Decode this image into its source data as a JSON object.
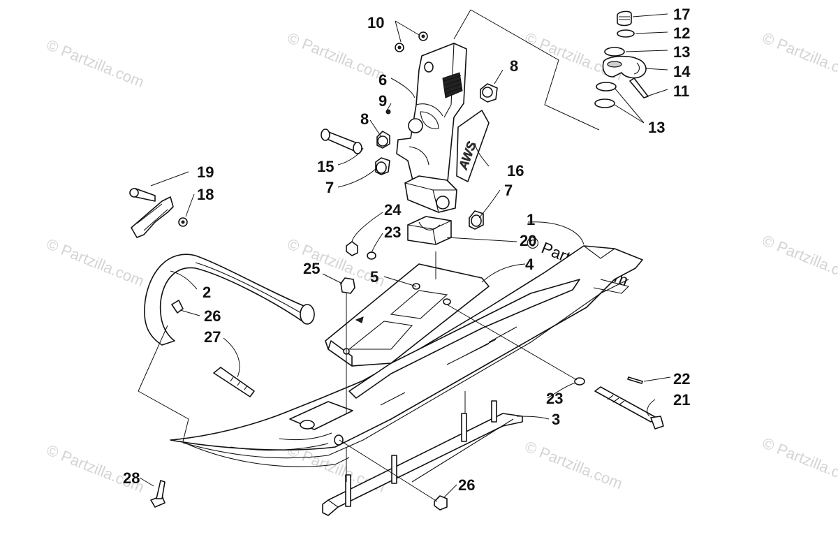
{
  "watermark_text": "© Partzilla.com",
  "brand_text": "© Partzilla.com",
  "callouts": {
    "c1": "1",
    "c2": "2",
    "c3": "3",
    "c4": "4",
    "c5": "5",
    "c6": "6",
    "c7a": "7",
    "c7b": "7",
    "c8a": "8",
    "c8b": "8",
    "c9": "9",
    "c10": "10",
    "c11": "11",
    "c12": "12",
    "c13a": "13",
    "c13b": "13",
    "c14": "14",
    "c15": "15",
    "c16": "16",
    "c17": "17",
    "c18": "18",
    "c19": "19",
    "c20": "20",
    "c21": "21",
    "c22": "22",
    "c23a": "23",
    "c23b": "23",
    "c24": "24",
    "c25": "25",
    "c26a": "26",
    "c26b": "26",
    "c27": "27",
    "c28": "28"
  },
  "spindle_decal_text": "AWS",
  "colors": {
    "line": "#111111",
    "watermark": "#d4d4d4",
    "background": "#ffffff"
  }
}
